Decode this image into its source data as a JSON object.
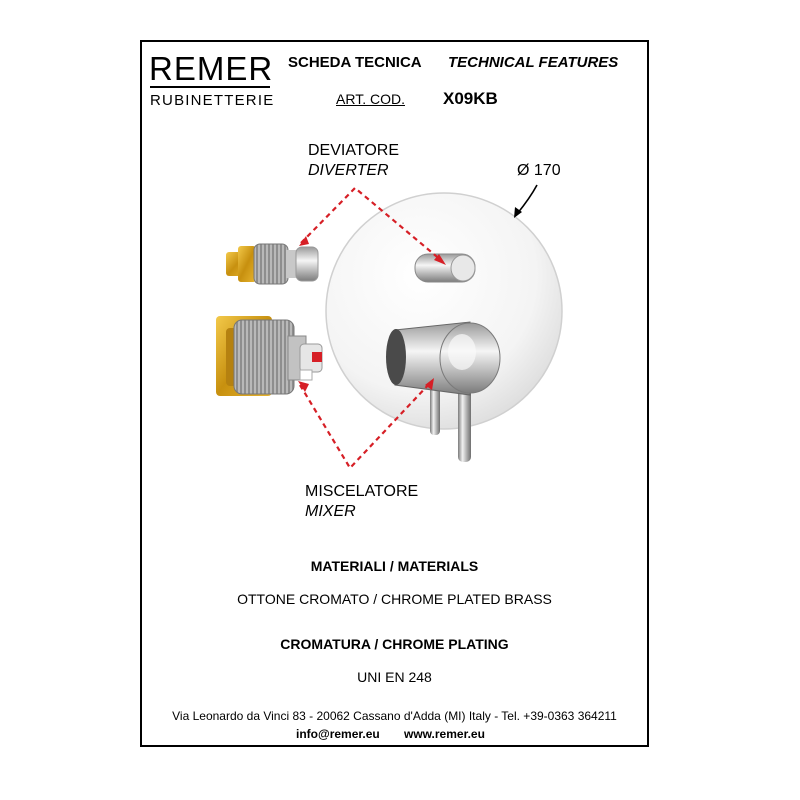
{
  "brand": {
    "name": "REMER",
    "sub": "RUBINETTERIE"
  },
  "header": {
    "scheda": "SCHEDA TECNICA",
    "technical": "TECHNICAL FEATURES",
    "art_label": "ART. COD.",
    "art_code": "X09KB"
  },
  "labels": {
    "diverter_it": "DEVIATORE",
    "diverter_en": "DIVERTER",
    "diameter": "Ø 170",
    "mixer_it": "MISCELATORE",
    "mixer_en": "MIXER"
  },
  "specs": {
    "materials_title": "MATERIALI / MATERIALS",
    "materials_value": "OTTONE CROMATO / CHROME PLATED BRASS",
    "plating_title": "CROMATURA / CHROME PLATING",
    "plating_value": "UNI EN 248"
  },
  "footer": {
    "address": "Via Leonardo da Vinci 83 - 20062 Cassano d'Adda (MI) Italy - Tel. +39-0363 364211",
    "email": "info@remer.eu",
    "web": "www.remer.eu"
  },
  "colors": {
    "callout": "#d61f26",
    "brass": "#d4a21a",
    "chrome": "#c9c9c9"
  }
}
